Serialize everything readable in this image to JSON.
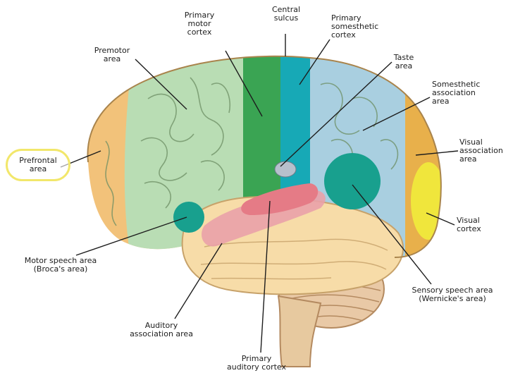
{
  "labels": {
    "primary_motor_cortex": "Primary\nmotor\ncortex",
    "central_sulcus": "Central\nsulcus",
    "primary_somesthetic_cortex": "Primary\nsomesthetic\ncortex",
    "premotor_area": "Premotor\narea",
    "taste_area": "Taste\narea",
    "somesthetic_association_area": "Somesthetic\nassociation\narea",
    "prefrontal_area": "Prefrontal\narea",
    "visual_association_area": "Visual\nassociation\narea",
    "visual_cortex": "Visual\ncortex",
    "motor_speech_area": "Motor speech area\n(Broca's area)",
    "sensory_speech_area": "Sensory speech area\n(Wernicke's area)",
    "auditory_association_area": "Auditory\nassociation area",
    "primary_auditory_cortex": "Primary\nauditory cortex"
  },
  "region_colors": {
    "prefrontal": "#f2c27a",
    "premotor": "#b9ddb4",
    "primary_motor": "#3aa453",
    "primary_somesthetic": "#17a9b6",
    "somesthetic_association": "#a9cfe0",
    "visual_association": "#e8b04b",
    "visual_cortex": "#f0e63c",
    "temporal": "#f7dca8",
    "auditory_association": "#e9a1a8",
    "primary_auditory": "#e57b86",
    "speech_areas": "#18a08e",
    "cerebellum": "#e9c9a6",
    "highlight_ring": "#f2e76b"
  }
}
